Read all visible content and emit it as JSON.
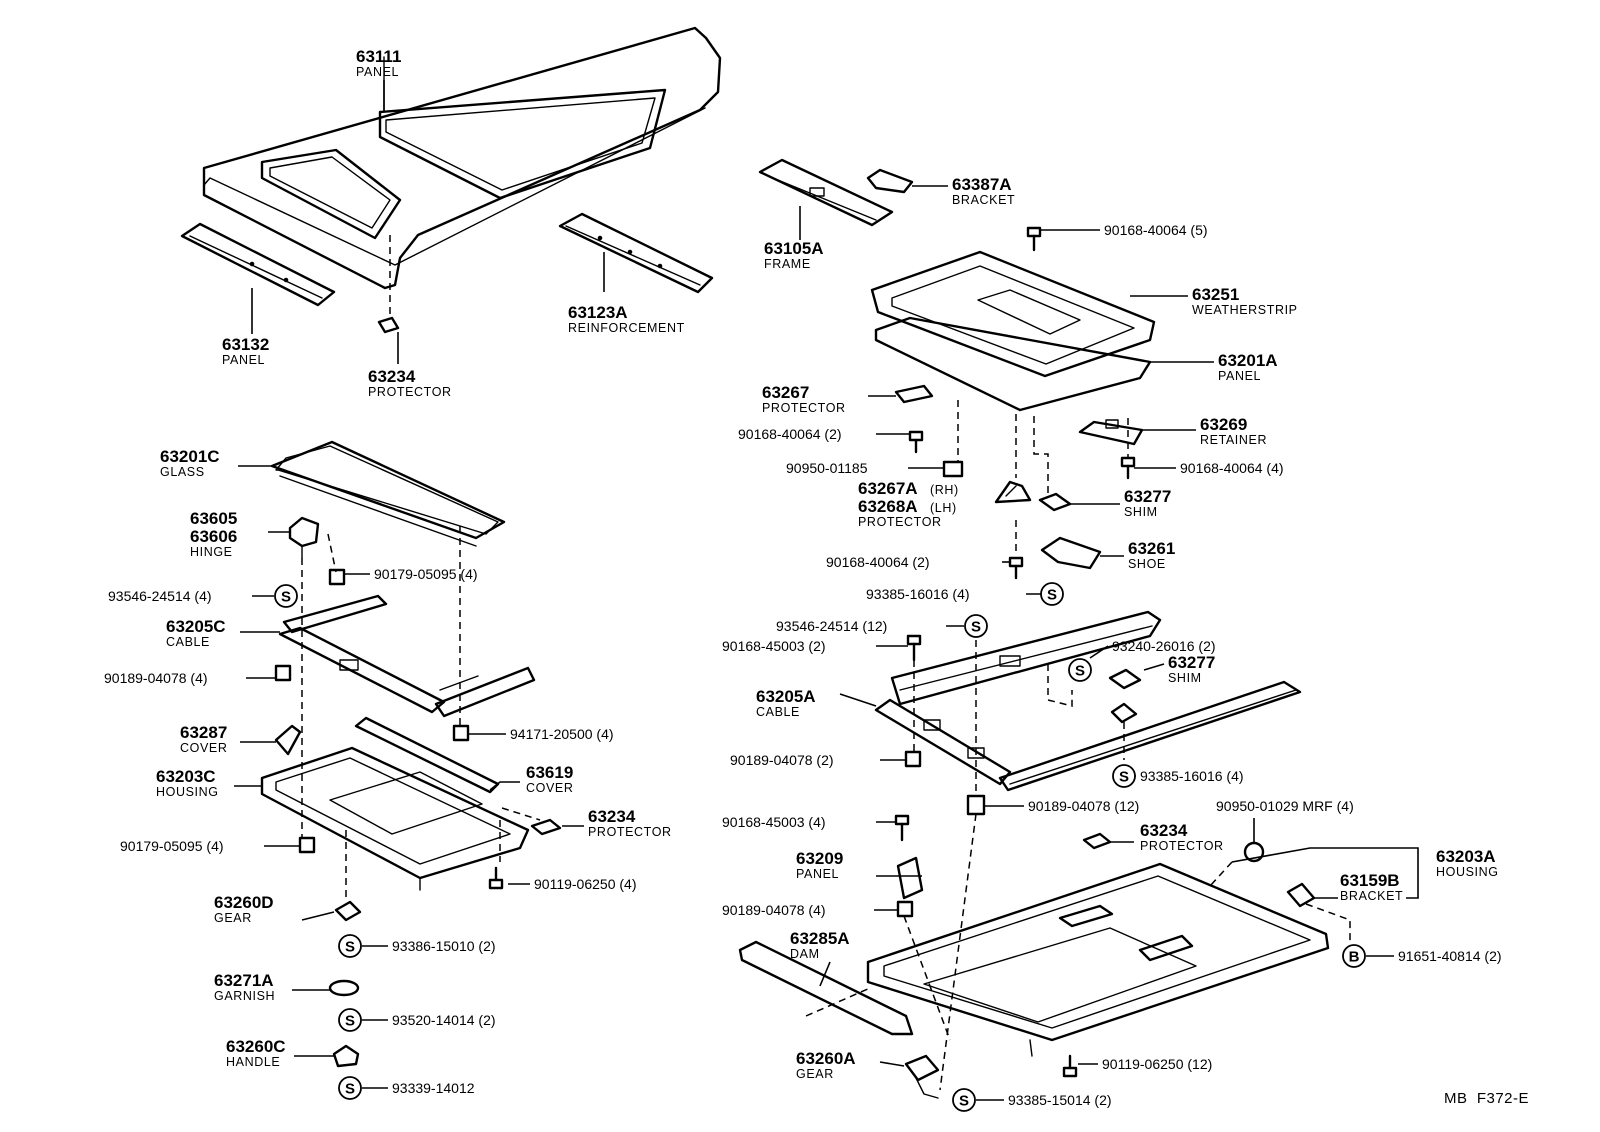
{
  "figure_ref": "MB  F372-E",
  "parts": [
    {
      "id": "p63111",
      "number": "63111",
      "name": "PANEL"
    },
    {
      "id": "p63132",
      "number": "63132",
      "name": "PANEL"
    },
    {
      "id": "p63234a",
      "number": "63234",
      "name": "PROTECTOR"
    },
    {
      "id": "p63123A",
      "number": "63123A",
      "name": "REINFORCEMENT"
    },
    {
      "id": "p63105A",
      "number": "63105A",
      "name": "FRAME"
    },
    {
      "id": "p63387A",
      "number": "63387A",
      "name": "BRACKET"
    },
    {
      "id": "p63251",
      "number": "63251",
      "name": "WEATHERSTRIP"
    },
    {
      "id": "p63201A",
      "number": "63201A",
      "name": "PANEL"
    },
    {
      "id": "p63267",
      "number": "63267",
      "name": "PROTECTOR"
    },
    {
      "id": "p63269",
      "number": "63269",
      "name": "RETAINER"
    },
    {
      "id": "p63267A",
      "number": "63267A",
      "suffix": "(RH)"
    },
    {
      "id": "p63268A",
      "number": "63268A",
      "suffix": "(LH)",
      "name": "PROTECTOR"
    },
    {
      "id": "p63277a",
      "number": "63277",
      "name": "SHIM"
    },
    {
      "id": "p63261",
      "number": "63261",
      "name": "SHOE"
    },
    {
      "id": "p63201C",
      "number": "63201C",
      "name": "GLASS"
    },
    {
      "id": "p63605",
      "number": "63605"
    },
    {
      "id": "p63606",
      "number": "63606",
      "name": "HINGE"
    },
    {
      "id": "p63205C",
      "number": "63205C",
      "name": "CABLE"
    },
    {
      "id": "p63287",
      "number": "63287",
      "name": "COVER"
    },
    {
      "id": "p63203C",
      "number": "63203C",
      "name": "HOUSING"
    },
    {
      "id": "p63619",
      "number": "63619",
      "name": "COVER"
    },
    {
      "id": "p63234b",
      "number": "63234",
      "name": "PROTECTOR"
    },
    {
      "id": "p63260D",
      "number": "63260D",
      "name": "GEAR"
    },
    {
      "id": "p63271A",
      "number": "63271A",
      "name": "GARNISH"
    },
    {
      "id": "p63260C",
      "number": "63260C",
      "name": "HANDLE"
    },
    {
      "id": "p63205A",
      "number": "63205A",
      "name": "CABLE"
    },
    {
      "id": "p63277b",
      "number": "63277",
      "name": "SHIM"
    },
    {
      "id": "p63234c",
      "number": "63234",
      "name": "PROTECTOR"
    },
    {
      "id": "p63209",
      "number": "63209",
      "name": "PANEL"
    },
    {
      "id": "p63203A",
      "number": "63203A",
      "name": "HOUSING"
    },
    {
      "id": "p63159B",
      "number": "63159B",
      "name": "BRACKET"
    },
    {
      "id": "p63285A",
      "number": "63285A",
      "name": "DAM"
    },
    {
      "id": "p63260A",
      "number": "63260A",
      "name": "GEAR"
    }
  ],
  "hardware": [
    {
      "id": "h1",
      "label": "90168-40064 (5)"
    },
    {
      "id": "h2",
      "label": "90168-40064 (2)"
    },
    {
      "id": "h3",
      "label": "90950-01185"
    },
    {
      "id": "h4",
      "label": "90168-40064 (4)"
    },
    {
      "id": "h5",
      "label": "90168-40064 (2)"
    },
    {
      "id": "h6",
      "label": "93385-16016 (4)"
    },
    {
      "id": "h7",
      "label": "93546-24514 (12)"
    },
    {
      "id": "h8",
      "label": "90168-45003 (2)"
    },
    {
      "id": "h9",
      "label": "93240-26016 (2)"
    },
    {
      "id": "h10",
      "label": "90189-04078 (2)"
    },
    {
      "id": "h11",
      "label": "93385-16016 (4)"
    },
    {
      "id": "h12",
      "label": "90189-04078 (12)"
    },
    {
      "id": "h13",
      "label": "90950-01029 MRF (4)"
    },
    {
      "id": "h14",
      "label": "90168-45003 (4)"
    },
    {
      "id": "h15",
      "label": "90189-04078 (4)"
    },
    {
      "id": "h16",
      "label": "91651-40814 (2)"
    },
    {
      "id": "h17",
      "label": "90119-06250 (12)"
    },
    {
      "id": "h18",
      "label": "93385-15014 (2)"
    },
    {
      "id": "h19",
      "label": "90179-05095 (4)"
    },
    {
      "id": "h20",
      "label": "93546-24514 (4)"
    },
    {
      "id": "h21",
      "label": "90189-04078 (4)"
    },
    {
      "id": "h22",
      "label": "94171-20500 (4)"
    },
    {
      "id": "h23",
      "label": "90179-05095 (4)"
    },
    {
      "id": "h24",
      "label": "90119-06250 (4)"
    },
    {
      "id": "h25",
      "label": "93386-15010 (2)"
    },
    {
      "id": "h26",
      "label": "93520-14014 (2)"
    },
    {
      "id": "h27",
      "label": "93339-14012"
    }
  ],
  "symbols": {
    "s": "S",
    "b": "B"
  }
}
